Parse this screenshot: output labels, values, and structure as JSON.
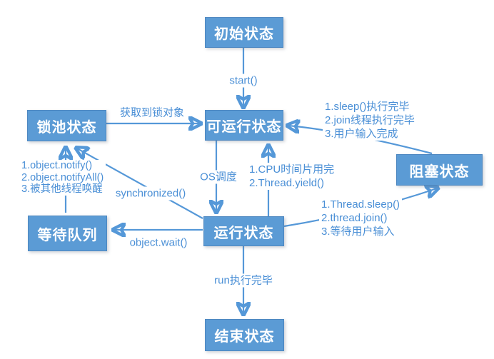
{
  "colors": {
    "node_fill": "#5b9bd5",
    "node_border": "#4d87c0",
    "node_text": "#ffffff",
    "line": "#5598d8",
    "label_text": "#4a8fd6",
    "background": "#ffffff"
  },
  "nodes": {
    "initial": {
      "label": "初始状态"
    },
    "runnable": {
      "label": "可运行状态"
    },
    "lock_pool": {
      "label": "锁池状态"
    },
    "blocked": {
      "label": "阻塞状态"
    },
    "running": {
      "label": "运行状态"
    },
    "wait_queue": {
      "label": "等待队列"
    },
    "end": {
      "label": "结束状态"
    }
  },
  "edges": {
    "start": {
      "label": "start()"
    },
    "acquire_lock": {
      "label": "获取到锁对象"
    },
    "os_schedule": {
      "label": "OS调度"
    },
    "yield_back": {
      "lines": [
        "1.CPU时间片用完",
        "2.Thread.yield()"
      ]
    },
    "blocked_done": {
      "lines": [
        "1.sleep()执行完毕",
        "2.join线程执行完毕",
        "3.用户输入完成"
      ]
    },
    "to_blocked": {
      "lines": [
        "1.Thread.sleep()",
        "2.thread.join()",
        "3.等待用户输入"
      ]
    },
    "synchronized": {
      "label": "synchronized()"
    },
    "object_wait": {
      "label": "object.wait()"
    },
    "notify": {
      "lines": [
        "1.object.notify()",
        "2.object.notifyAll()",
        "3.被其他线程唤醒"
      ]
    },
    "run_done": {
      "label": "run执行完毕"
    }
  }
}
